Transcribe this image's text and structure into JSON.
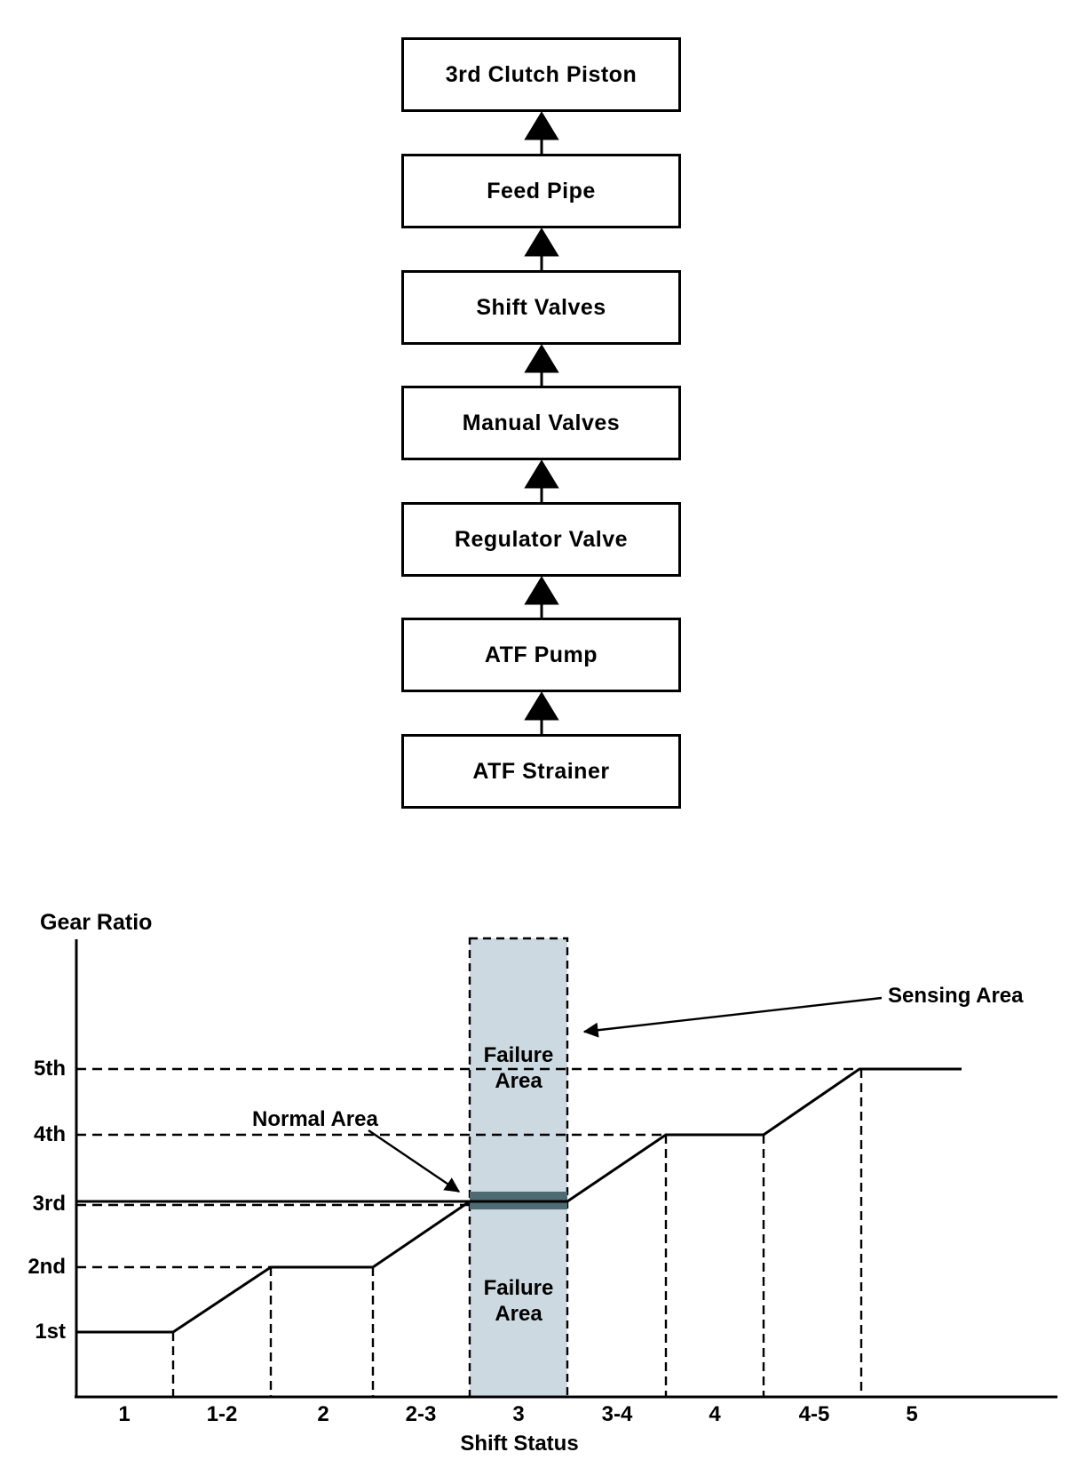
{
  "flowchart": {
    "description": "3rd clutch hydraulic supply path, flow bottom-to-top",
    "boxes": [
      {
        "label": "3rd Clutch Piston"
      },
      {
        "label": "Feed Pipe"
      },
      {
        "label": "Shift Valves"
      },
      {
        "label": "Manual Valves"
      },
      {
        "label": "Regulator Valve"
      },
      {
        "label": "ATF Pump"
      },
      {
        "label": "ATF Strainer"
      }
    ]
  },
  "chart": {
    "ylabel": "Gear Ratio",
    "xlabel": "Shift Status",
    "y_ticks": [
      "5th",
      "4th",
      "3rd",
      "2nd",
      "1st"
    ],
    "x_ticks": [
      "1",
      "1-2",
      "2",
      "2-3",
      "3",
      "3-4",
      "4",
      "4-5",
      "5"
    ],
    "annotations": {
      "sensing": "Sensing Area",
      "normal": "Normal Area",
      "failure_top_line1": "Failure",
      "failure_top_line2": "Area",
      "failure_bottom_line1": "Failure",
      "failure_bottom_line2": "Area"
    },
    "colors": {
      "failure_band": "#cdd9e0",
      "normal_band": "#4e6a72",
      "line": "#000000"
    }
  },
  "chart_data": {
    "type": "line",
    "title": "",
    "xlabel": "Shift Status",
    "ylabel": "Gear Ratio",
    "x_categories": [
      "1",
      "1-2",
      "2",
      "2-3",
      "3",
      "3-4",
      "4",
      "4-5",
      "5"
    ],
    "y_categories": [
      "1st",
      "2nd",
      "3rd",
      "4th",
      "5th"
    ],
    "grid": "dashed horizontal reference lines at each gear ratio; dashed vertical drops at each step transition",
    "legend_position": "none",
    "profile": [
      {
        "segment": "1",
        "shape": "flat",
        "gear": "1st"
      },
      {
        "segment": "1-2",
        "shape": "ramp",
        "from": "1st",
        "to": "2nd"
      },
      {
        "segment": "2",
        "shape": "flat",
        "gear": "2nd"
      },
      {
        "segment": "2-3",
        "shape": "ramp",
        "from": "2nd",
        "to": "3rd"
      },
      {
        "segment": "3",
        "shape": "flat",
        "gear": "3rd"
      },
      {
        "segment": "3-4",
        "shape": "ramp",
        "from": "3rd",
        "to": "4th"
      },
      {
        "segment": "4",
        "shape": "flat",
        "gear": "4th"
      },
      {
        "segment": "4-5",
        "shape": "ramp",
        "from": "4th",
        "to": "5th"
      },
      {
        "segment": "5",
        "shape": "flat",
        "gear": "5th"
      }
    ],
    "annotations": [
      {
        "text": "Sensing Area",
        "arrow_points_to": "right edge of shaded vertical band over shift status 3"
      },
      {
        "text": "Normal Area",
        "arrow_points_to": "dark 3rd-gear-ratio band inside the shaded area"
      },
      {
        "text": "Failure Area",
        "position": "inside shaded band above normal 3rd-gear line"
      },
      {
        "text": "Failure Area",
        "position": "inside shaded band below normal 3rd-gear line"
      }
    ],
    "shaded_band": {
      "x_segment": "3",
      "extent": "full chart height",
      "meaning": "sensing area over shift status 3"
    },
    "normal_band": {
      "y_level": "3rd",
      "x_segment": "3",
      "meaning": "normal gear-ratio zone"
    }
  }
}
